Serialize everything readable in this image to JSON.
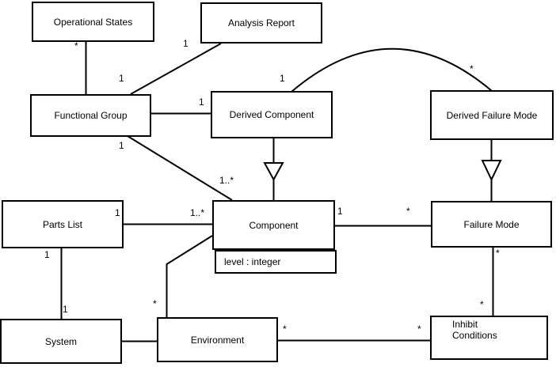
{
  "diagram_type": "uml-class-diagram",
  "colors": {
    "background": "#ffffff",
    "line": "#000000",
    "text": "#000000"
  },
  "nodes": {
    "operational_states": {
      "label": "Operational States"
    },
    "analysis_report": {
      "label": "Analysis Report"
    },
    "functional_group": {
      "label": "Functional Group"
    },
    "derived_component": {
      "label": "Derived Component"
    },
    "derived_failure_mode": {
      "label": "Derived Failure Mode"
    },
    "parts_list": {
      "label": "Parts List"
    },
    "component": {
      "label": "Component",
      "attribute": "level : integer"
    },
    "failure_mode": {
      "label": "Failure Mode"
    },
    "system": {
      "label": "System"
    },
    "environment": {
      "label": "Environment"
    },
    "inhibit_conditions": {
      "label": "Inhibit Conditions"
    }
  },
  "relationships": [
    {
      "from": "Operational States",
      "to": "Functional Group",
      "type": "association",
      "from_label": "*",
      "to_label": ""
    },
    {
      "from": "Analysis Report",
      "to": "Functional Group",
      "type": "association",
      "from_label": "1",
      "to_label": "1"
    },
    {
      "from": "Functional Group",
      "to": "Derived Component",
      "type": "association",
      "from_label": "",
      "to_label": "1"
    },
    {
      "from": "Functional Group",
      "to": "Component",
      "type": "association",
      "from_label": "1",
      "to_label": "1..*"
    },
    {
      "from": "Derived Component",
      "to": "Component",
      "type": "generalization",
      "from_label": "",
      "to_label": ""
    },
    {
      "from": "Derived Failure Mode",
      "to": "Failure Mode",
      "type": "generalization",
      "from_label": "",
      "to_label": ""
    },
    {
      "from": "Derived Component",
      "to": "Derived Failure Mode",
      "type": "association-arc",
      "from_label": "1",
      "to_label": "*"
    },
    {
      "from": "Parts List",
      "to": "Component",
      "type": "association",
      "from_label": "1",
      "to_label": "1..*"
    },
    {
      "from": "Parts List",
      "to": "System",
      "type": "association",
      "from_label": "1",
      "to_label": "1"
    },
    {
      "from": "System",
      "to": "Environment",
      "type": "association",
      "from_label": "",
      "to_label": ""
    },
    {
      "from": "Component",
      "to": "Environment",
      "type": "association",
      "from_label": "",
      "to_label": "*"
    },
    {
      "from": "Component",
      "to": "Failure Mode",
      "type": "association",
      "from_label": "1",
      "to_label": "*"
    },
    {
      "from": "Failure Mode",
      "to": "Inhibit Conditions",
      "type": "association",
      "from_label": "*",
      "to_label": "*"
    },
    {
      "from": "Environment",
      "to": "Inhibit Conditions",
      "type": "association",
      "from_label": "*",
      "to_label": "*"
    }
  ]
}
